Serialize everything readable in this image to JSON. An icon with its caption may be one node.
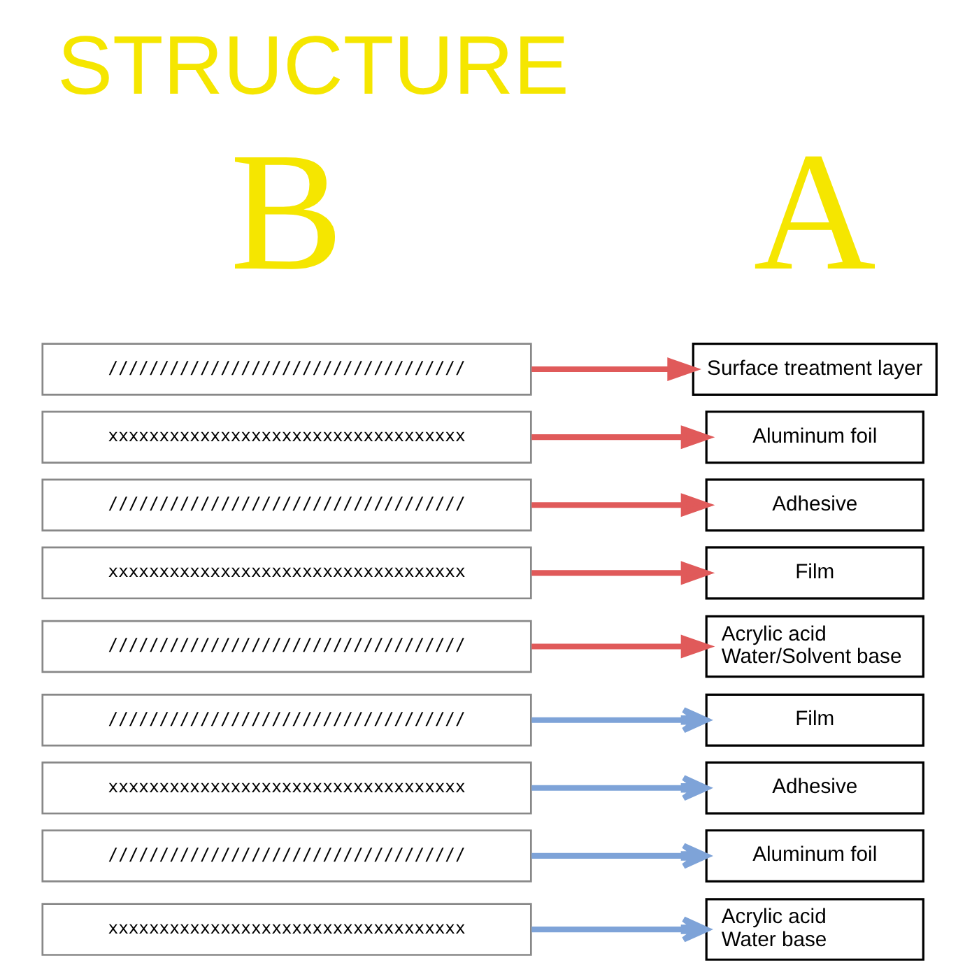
{
  "diagram": {
    "title": "STRUCTURE",
    "nodes": [
      {
        "text": [
          "///////////////////////////////////"
        ]
      },
      {
        "text": [
          "xxxxxxxxxxxxxxxxxxxxxxxxxxxxxxxxxxx"
        ]
      },
      {
        "text": [
          "///////////////////////////////////"
        ]
      },
      {
        "text": [
          "xxxxxxxxxxxxxxxxxxxxxxxxxxxxxxxxxxx"
        ]
      },
      {
        "text": [
          "///////////////////////////////////"
        ]
      },
      {
        "text": [
          "Surface treatment layer"
        ]
      },
      {
        "text": [
          "Aluminum foil"
        ]
      },
      {
        "text": [
          "Adhesive"
        ]
      },
      {
        "text": [
          "Film"
        ]
      },
      {
        "text": [
          "Acrylic acid Water/Solvent base"
        ]
      },
      {
        "text": [
          "///////////////////////////////////"
        ]
      },
      {
        "text": [
          "xxxxxxxxxxxxxxxxxxxxxxxxxxxxxxxxxxx"
        ]
      },
      {
        "text": [
          "///////////////////////////////////"
        ]
      },
      {
        "text": [
          "xxxxxxxxxxxxxxxxxxxxxxxxxxxxxxxxxxx"
        ]
      },
      {
        "text": [
          "Film"
        ]
      },
      {
        "text": [
          "Adhesive"
        ]
      },
      {
        "text": [
          "Aluminum foil"
        ]
      },
      {
        "text": [
          "Acrylic acid Water base"
        ]
      }
    ],
    "edges": [
      {
        "from": 0,
        "to": 5,
        "arrow": "to",
        "color": "#e05a5a"
      },
      {
        "from": 1,
        "to": 6,
        "arrow": "to",
        "color": "#e05a5a"
      },
      {
        "from": 2,
        "to": 7,
        "arrow": "to",
        "color": "#e05a5a"
      },
      {
        "from": 3,
        "to": 8,
        "arrow": "to",
        "color": "#e05a5a"
      },
      {
        "from": 4,
        "to": 9,
        "arrow": "to",
        "color": "#e05a5a"
      },
      {
        "from": 10,
        "to": 14,
        "arrow": "to",
        "color": "#7ea3d8"
      },
      {
        "from": 11,
        "to": 15,
        "arrow": "to",
        "color": "#7ea3d8"
      },
      {
        "from": 12,
        "to": 16,
        "arrow": "to",
        "color": "#7ea3d8"
      },
      {
        "from": 13,
        "to": 17,
        "arrow": "to",
        "color": "#7ea3d8"
      }
    ],
    "labels": [
      "A",
      "B"
    ]
  }
}
